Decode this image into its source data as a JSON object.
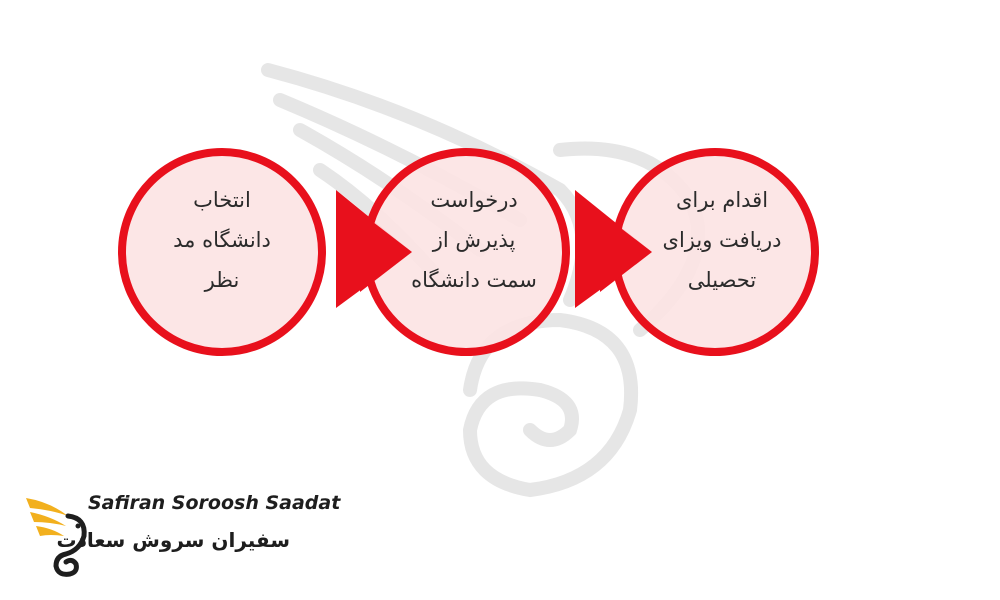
{
  "steps": [
    {
      "lines": [
        "انتخاب",
        "دانشگاه مد",
        "نظر"
      ]
    },
    {
      "lines": [
        "درخواست",
        "پذیرش از",
        "سمت دانشگاه"
      ]
    },
    {
      "lines": [
        "اقدام برای",
        "دریافت ویزای",
        "تحصیلی"
      ]
    }
  ],
  "logo": {
    "latin": "Safiran Soroosh Saadat",
    "persian": "سفیران سروش سعادت"
  },
  "colors": {
    "ring": "#e8101c",
    "circle_fill": "#fce4e4",
    "watermark": "#e6e6e6",
    "wing": "#f2b01e"
  }
}
